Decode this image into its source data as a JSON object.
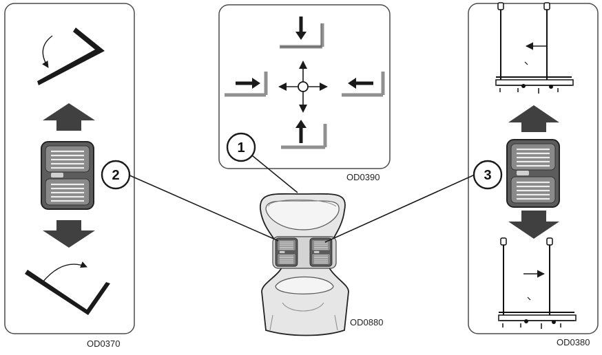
{
  "figure_codes": {
    "left_panel": "OD0370",
    "top_panel": "OD0390",
    "joystick": "OD0880",
    "right_panel": "OD0380"
  },
  "callouts": [
    {
      "id": "joystick-main",
      "label": "1"
    },
    {
      "id": "left-rocker",
      "label": "2"
    },
    {
      "id": "right-rocker",
      "label": "3"
    }
  ],
  "colors": {
    "line": "#1a1a1a",
    "panel_border": "#4a4a4a",
    "arrow_dark": "#404040",
    "fork_gray": "#909090",
    "control_gray": "#6e6e6e",
    "joystick_fill": "#e6e6e6"
  },
  "icons": [
    "tilt-back-icon",
    "tilt-forward-icon",
    "side-shift-left-icon",
    "side-shift-right-icon",
    "four-way-arrows-icon"
  ]
}
